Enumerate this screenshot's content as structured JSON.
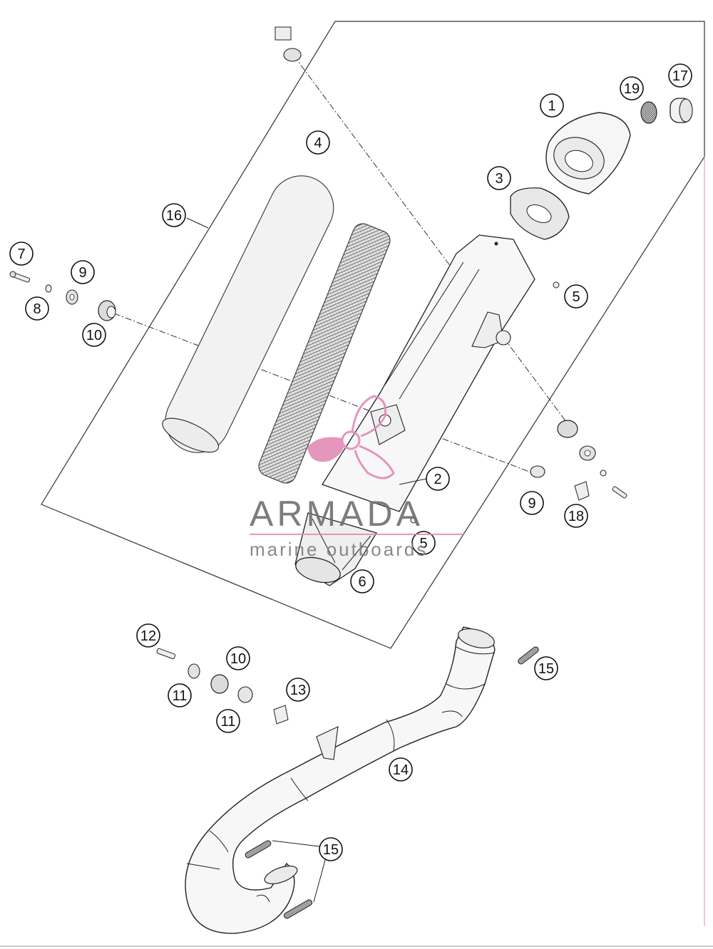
{
  "watermark": {
    "brand": "ARMADA",
    "subtitle": "marine outboards",
    "accent_color": "#e28bb6",
    "text_color": "#6f6f6f"
  },
  "callouts": [
    {
      "id": "callout-1",
      "label": "1"
    },
    {
      "id": "callout-2",
      "label": "2"
    },
    {
      "id": "callout-3",
      "label": "3"
    },
    {
      "id": "callout-4",
      "label": "4"
    },
    {
      "id": "callout-5a",
      "label": "5"
    },
    {
      "id": "callout-5b",
      "label": "5"
    },
    {
      "id": "callout-6",
      "label": "6"
    },
    {
      "id": "callout-7",
      "label": "7"
    },
    {
      "id": "callout-8",
      "label": "8"
    },
    {
      "id": "callout-9a",
      "label": "9"
    },
    {
      "id": "callout-9b",
      "label": "9"
    },
    {
      "id": "callout-10a",
      "label": "10"
    },
    {
      "id": "callout-10b",
      "label": "10"
    },
    {
      "id": "callout-11a",
      "label": "11"
    },
    {
      "id": "callout-11b",
      "label": "11"
    },
    {
      "id": "callout-12",
      "label": "12"
    },
    {
      "id": "callout-13",
      "label": "13"
    },
    {
      "id": "callout-14",
      "label": "14"
    },
    {
      "id": "callout-15a",
      "label": "15"
    },
    {
      "id": "callout-15b",
      "label": "15"
    },
    {
      "id": "callout-16",
      "label": "16"
    },
    {
      "id": "callout-17",
      "label": "17"
    },
    {
      "id": "callout-18",
      "label": "18"
    },
    {
      "id": "callout-19",
      "label": "19"
    }
  ]
}
